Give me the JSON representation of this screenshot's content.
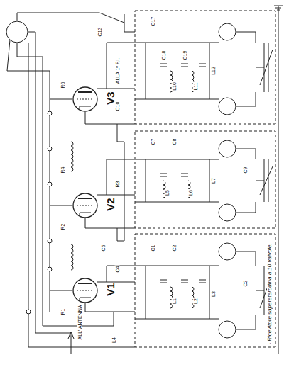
{
  "diagram": {
    "caption": "- Ricevitore supereterodina a 10 valvole.",
    "nodes": [
      {
        "text": [
          "V3"
        ]
      },
      {
        "text": [
          "V2"
        ]
      },
      {
        "text": [
          "V1"
        ]
      }
    ],
    "labels": [
      "ALLA 1ª F.I.",
      "ALL' ANTENNA",
      "C17",
      "L10",
      "L11",
      "C18",
      "C19",
      "L12",
      "C7",
      "C8",
      "L5",
      "L6",
      "L7",
      "R3",
      "C9",
      "C1",
      "C2",
      "L1",
      "L2",
      "L3",
      "L4",
      "C3",
      "R1",
      "R2",
      "C4",
      "C5",
      "R4",
      "C10",
      "R6",
      "C13"
    ]
  }
}
